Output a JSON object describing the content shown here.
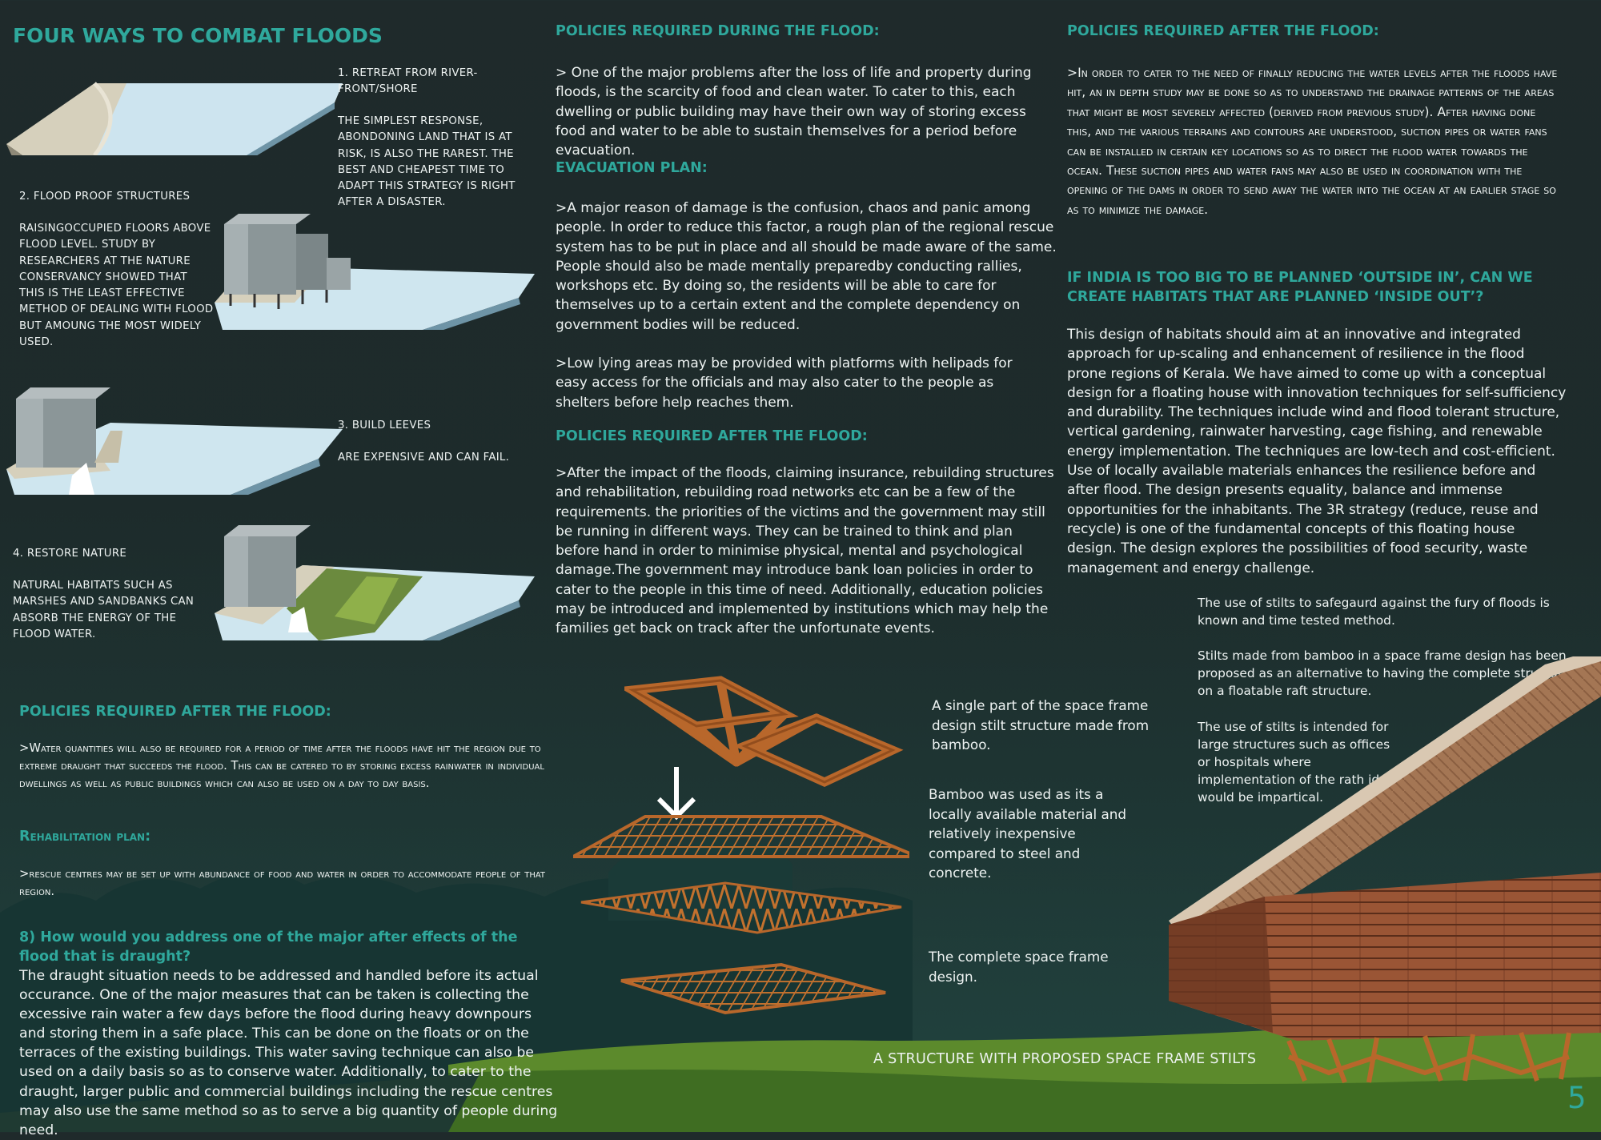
{
  "title": "FOUR WAYS TO COMBAT FLOODS",
  "ways": {
    "retreat_title": "1. RETREAT FROM RIVER-FRONT/SHORE",
    "retreat_body": "THE SIMPLEST RESPONSE, ABONDONING LAND THAT IS AT RISK, IS ALSO THE RAREST. THE BEST AND CHEAPEST TIME TO ADAPT THIS STRATEGY IS RIGHT AFTER A DISASTER.",
    "proof_title": "2. FLOOD PROOF STRUCTURES",
    "proof_body": "RAISINGOCCUPIED FLOORS ABOVE FLOOD LEVEL. STUDY BY RESEARCHERS AT THE NATURE CONSERVANCY SHOWED THAT THIS IS THE LEAST EFFECTIVE METHOD OF DEALING WITH FLOOD BUT AMOUNG THE MOST WIDELY USED.",
    "leeves_title": "3. BUILD LEEVES",
    "leeves_body": "ARE EXPENSIVE AND CAN FAIL.",
    "nature_title": "4. RESTORE NATURE",
    "nature_body": "NATURAL HABITATS SUCH AS MARSHES AND SANDBANKS CAN ABSORB THE ENERGY OF THE FLOOD WATER."
  },
  "left_bottom": {
    "after_heading": "POLICIES REQUIRED AFTER THE FLOOD:",
    "after_body": ">Water quantities will also be required for a period of time after the floods have hit the region due to extreme draught that succeeds the flood. This can be catered to by storing excess rainwater in individual dwellings as well as public buildings which can also be used on a day to day basis.",
    "rehab_heading": "Rehabilitation plan:",
    "rehab_body": ">rescue centres may be set up with abundance of food and water in order to accommodate people of that region.",
    "q8_heading": "8) How would you address one of the major after effects of the flood that is draught?",
    "q8_body": "The draught situation needs to be addressed and handled before its actual occurance. One of the major measures that can be taken is collecting the excessive rain water a few days before the flood during heavy downpours and storing them in a safe place. This can be done on the floats or on the terraces of the existing buildings. This water saving technique can also be used on a daily basis so as to conserve water. Additionally, to cater to the draught, larger public and commercial buildings including the rescue centres may also use the same method so as to serve a big quantity of people during need."
  },
  "middle": {
    "during_heading": "POLICIES REQUIRED DURING THE FLOOD:",
    "during_body": "> One of the major problems after the loss of life and property during floods, is the scarcity of food and clean water. To cater to this, each dwelling or public building may have their own way of storing excess food and water to be able to sustain themselves for a period before evacuation.",
    "evac_heading": "EVACUATION PLAN:",
    "evac_body1": ">A major reason of damage is the confusion, chaos and panic among people. In order to reduce this factor, a rough plan of the regional rescue system has to be put in place and all should be made aware of the same. People should also be made mentally preparedby conducting rallies, workshops etc. By doing so, the residents will be able to care for themselves up to a certain extent and the complete dependency on government bodies will be reduced.",
    "evac_body2": ">Low lying areas may be provided with platforms with helipads for easy access for the officials and may also cater to the people as shelters before help reaches them.",
    "after_heading": "POLICIES REQUIRED AFTER THE FLOOD:",
    "after_body": ">After the impact of the floods, claiming insurance, rebuilding structures and rehabilitation, rebuilding road networks etc can be a few of the requirements. the priorities of the victims and the government may still be running in different ways. They can be trained to think and plan before hand in order to minimise physical, mental and psychological damage.The government may introduce bank loan policies in order to cater to the people in this time of need. Additionally, education policies may be introduced and implemented by institutions which may help the families get back on track after the unfortunate events."
  },
  "right": {
    "after_heading": "POLICIES REQUIRED AFTER THE FLOOD:",
    "after_body": ">In order to cater to the need of finally reducing the water levels after the floods have hit, an in depth study may be done so as to understand the drainage patterns of the areas that might be most severely affected (derived from previous study). After having done this, and the various terrains and contours are understood, suction pipes or water fans can be installed in certain key locations so as to direct the flood water towards the ocean. These suction pipes and water fans may also be used in coordination with the opening of the dams in order to send away the water into the ocean at an earlier stage so as to minimize the damage.",
    "india_heading": "IF INDIA IS TOO BIG TO BE PLANNED ‘OUTSIDE IN’, CAN WE CREATE HABITATS THAT ARE PLANNED ‘INSIDE OUT’?",
    "india_body": "This design of habitats should aim at an innovative and integrated approach for up-scaling and enhancement of resilience in the flood prone regions of Kerala. We have aimed to come up with  a conceptual design for a floating house with innovation techniques for self-sufficiency and durability. The techniques include wind and flood tolerant structure, vertical gardening, rainwater harvesting, cage fishing, and renewable energy implementation. The techniques are low-tech and cost-efficient. Use of locally available materials enhances the resilience before and after flood. The design presents equality, balance and immense opportunities for the inhabitants. The 3R strategy (reduce, reuse and recycle) is one of the fundamental concepts of this floating house design. The design explores the possibilities of food security, waste management and energy challenge.",
    "stilts1": "The use of stilts to safegaurd against the fury of floods is known and time tested method.",
    "stilts2": "Stilts made from bamboo in a space frame design has been proposed as an alternative to having the complete structure on a floatable raft structure.",
    "stilts3": "The use of stilts is intended for large structures such as offices or hospitals where implementation of the rath idea would be impartical."
  },
  "frame": {
    "single_part": "A single part of the space frame design stilt structure made from bamboo.",
    "bamboo": "Bamboo was used as its a locally available material and relatively inexpensive compared to steel and concrete.",
    "complete": "The complete space frame design.",
    "structure_caption": "A STRUCTURE WITH PROPOSED SPACE FRAME STILTS"
  },
  "page_number": "5",
  "colors": {
    "accent": "#2fa89c",
    "background": "#1f2a2b",
    "bamboo": "#b8672b",
    "water": "#cfe6ef"
  }
}
